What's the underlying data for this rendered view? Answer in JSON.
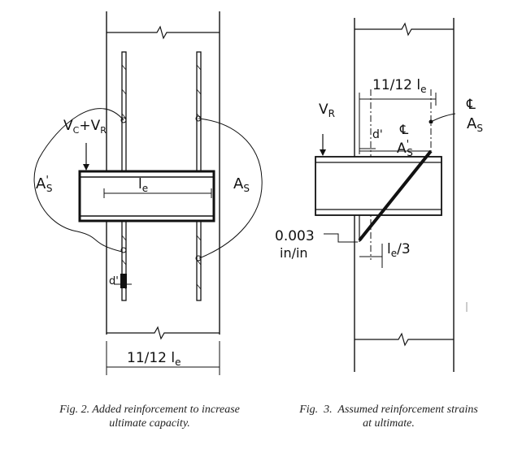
{
  "fig2": {
    "label_shear": "V",
    "label_shear_sub": "C",
    "label_plus": "+",
    "label_shear2": "V",
    "label_shear2_sub": "R",
    "label_as_prime": "A",
    "label_as_prime_sup": "'",
    "label_as_prime_sub": "S",
    "label_as": "A",
    "label_as_sub": "S",
    "label_le": "l",
    "label_le_sub": "e",
    "label_d_prime": "d'",
    "label_dim": "11/12 l",
    "label_dim_sub": "e",
    "caption_line1": "Fig. 2. Added reinforcement to increase",
    "caption_line2": "ultimate capacity."
  },
  "fig3": {
    "label_dim": "11/12 l",
    "label_dim_sub": "e",
    "label_cl_as": "A",
    "label_cl_as_sub": "S",
    "label_cl_symbol": "℄",
    "label_vr": "V",
    "label_vr_sub": "R",
    "label_d_prime": "d'",
    "label_cl_symbol2": "℄",
    "label_as_prime": "A",
    "label_as_prime_sup": "'",
    "label_as_prime_sub": "S",
    "label_strain": "0.003",
    "label_strain_unit": "in/in",
    "label_le3": "l",
    "label_le3_sub": "e",
    "label_le3_div": "/3",
    "caption_line1": "Fig.  3.  Assumed reinforcement strains",
    "caption_line2": "at ultimate."
  }
}
